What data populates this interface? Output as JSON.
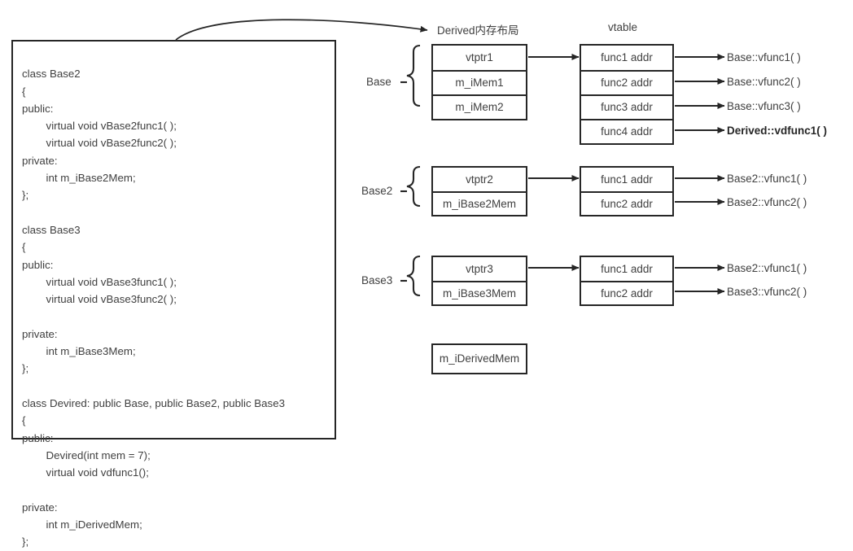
{
  "diagram": {
    "title_memory_layout": "Derived内存布局",
    "title_vtable": "vtable",
    "code_block": "class Base2\n{\npublic:\n        virtual void vBase2func1( );\n        virtual void vBase2func2( );\nprivate:\n        int m_iBase2Mem;\n};\n\nclass Base3\n{\npublic:\n        virtual void vBase3func1( );\n        virtual void vBase3func2( );\n\nprivate:\n        int m_iBase3Mem;\n};\n\nclass Devired: public Base, public Base2, public Base3\n{\npublic:\n        Devired(int mem = 7);\n        virtual void vdfunc1();\n\nprivate:\n        int m_iDerivedMem;\n};",
    "groups": [
      {
        "label": "Base",
        "memory_rows": [
          "vtptr1",
          "m_iMem1",
          "m_iMem2"
        ],
        "vtable_rows": [
          "func1 addr",
          "func2 addr",
          "func3 addr",
          "func4 addr"
        ],
        "functions": [
          {
            "name": "Base::vfunc1( )",
            "bold": false
          },
          {
            "name": "Base::vfunc2( )",
            "bold": false
          },
          {
            "name": "Base::vfunc3( )",
            "bold": false
          },
          {
            "name": "Derived::vdfunc1( )",
            "bold": true
          }
        ]
      },
      {
        "label": "Base2",
        "memory_rows": [
          "vtptr2",
          "m_iBase2Mem"
        ],
        "vtable_rows": [
          "func1 addr",
          "func2 addr"
        ],
        "functions": [
          {
            "name": "Base2::vfunc1( )",
            "bold": false
          },
          {
            "name": "Base2::vfunc2( )",
            "bold": false
          }
        ]
      },
      {
        "label": "Base3",
        "memory_rows": [
          "vtptr3",
          "m_iBase3Mem"
        ],
        "vtable_rows": [
          "func1 addr",
          "func2 addr"
        ],
        "functions": [
          {
            "name": "Base2::vfunc1( )",
            "bold": false
          },
          {
            "name": "Base3::vfunc2( )",
            "bold": false
          }
        ]
      }
    ],
    "derived_member_box": "m_iDerivedMem",
    "colors": {
      "stroke": "#262626",
      "text": "#404040",
      "background": "#ffffff"
    }
  }
}
